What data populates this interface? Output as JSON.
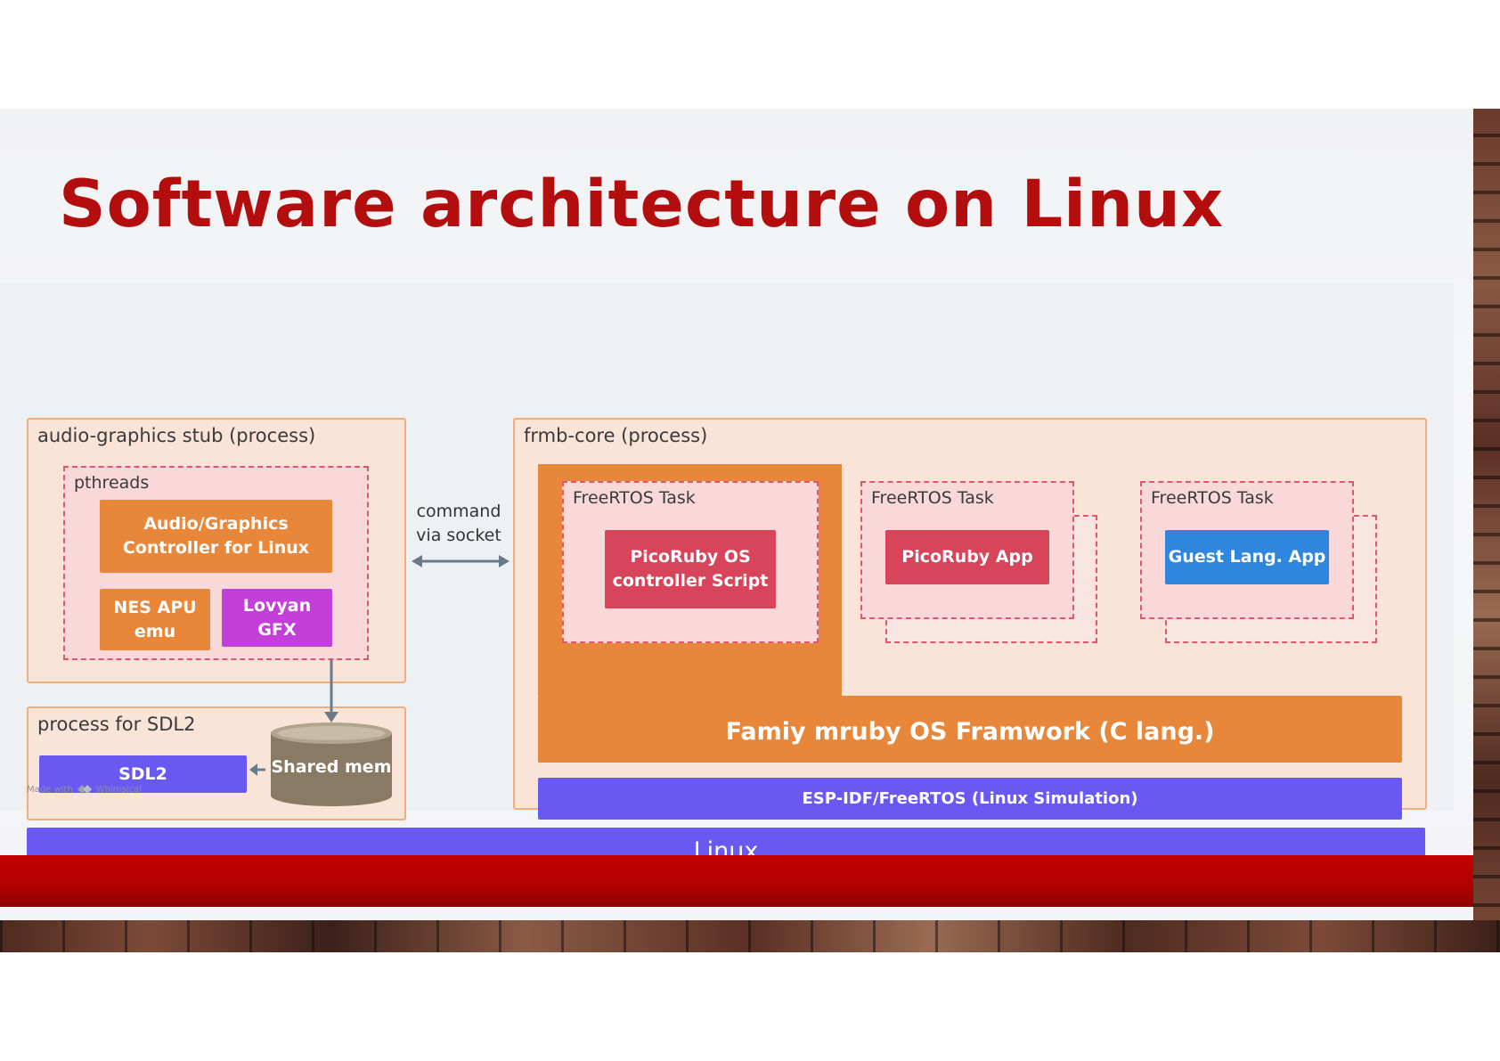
{
  "slide": {
    "title": "Software architecture on Linux"
  },
  "diagram": {
    "audio_process": {
      "label": "audio-graphics stub (process)",
      "pthreads": {
        "label": "pthreads",
        "controller": "Audio/Graphics\nController for Linux",
        "nes_apu": "NES APU\nemu",
        "lovyan": "Lovyan\nGFX"
      }
    },
    "sdl_process": {
      "label": "process for SDL2",
      "sdl2": "SDL2",
      "shared_mem": "Shared mem"
    },
    "ipc": {
      "label": "command\nvia socket"
    },
    "core_process": {
      "label": "frmb-core (process)",
      "tasks": [
        {
          "label": "FreeRTOS Task",
          "content": "PicoRuby OS\ncontroller Script"
        },
        {
          "label": "FreeRTOS Task",
          "content": "PicoRuby App"
        },
        {
          "label": "FreeRTOS Task",
          "content": "Guest Lang. App"
        }
      ],
      "framework": "Famiy mruby OS Framwork (C lang.)",
      "esp_idf": "ESP-IDF/FreeRTOS (Linux Simulation)"
    },
    "linux": "Linux",
    "made_with": "Made with",
    "brand": "Whimsical"
  },
  "colors": {
    "title_red": "#b30d0d",
    "orange": "#e8873a",
    "magenta": "#c43ed9",
    "crimson": "#d84459",
    "blue": "#2f86dc",
    "violet": "#6a58f2",
    "process_bg": "#f9e4d7",
    "task_bg": "#f8d8d8",
    "shared_mem": "#8a7a63"
  }
}
